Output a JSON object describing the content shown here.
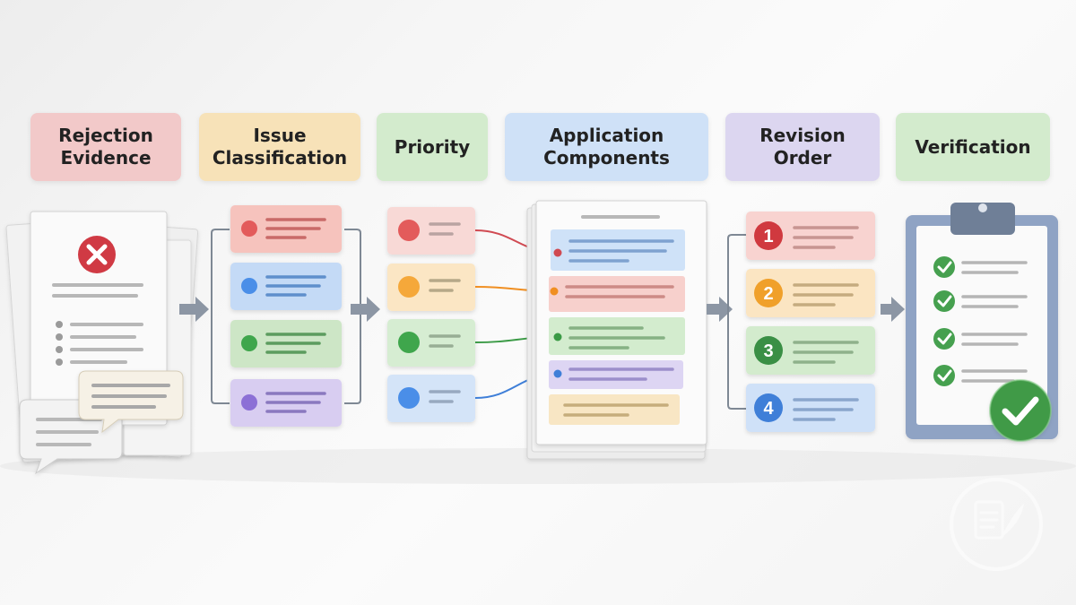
{
  "stages": [
    {
      "key": "rejection",
      "label": "Rejection\nEvidence",
      "color": "#f2c9c9"
    },
    {
      "key": "issue",
      "label": "Issue\nClassification",
      "color": "#f7e2b8"
    },
    {
      "key": "priority",
      "label": "Priority",
      "color": "#d3ebcd"
    },
    {
      "key": "components",
      "label": "Application\nComponents",
      "color": "#cfe1f7"
    },
    {
      "key": "revision",
      "label": "Revision\nOrder",
      "color": "#dcd6f0"
    },
    {
      "key": "verification",
      "label": "Verification",
      "color": "#d3ebcd"
    }
  ],
  "revision_steps": [
    "1",
    "2",
    "3",
    "4"
  ],
  "colors": {
    "red": "#e35b5b",
    "orange": "#f5a83a",
    "green": "#3fa64c",
    "blue": "#4a8ee8",
    "purple": "#8c70d6",
    "reject_icon": "#d03a44",
    "check": "#46a04f"
  },
  "icons": [
    "reject-x-icon",
    "check-icon",
    "approved-check-icon",
    "logo-icon"
  ]
}
